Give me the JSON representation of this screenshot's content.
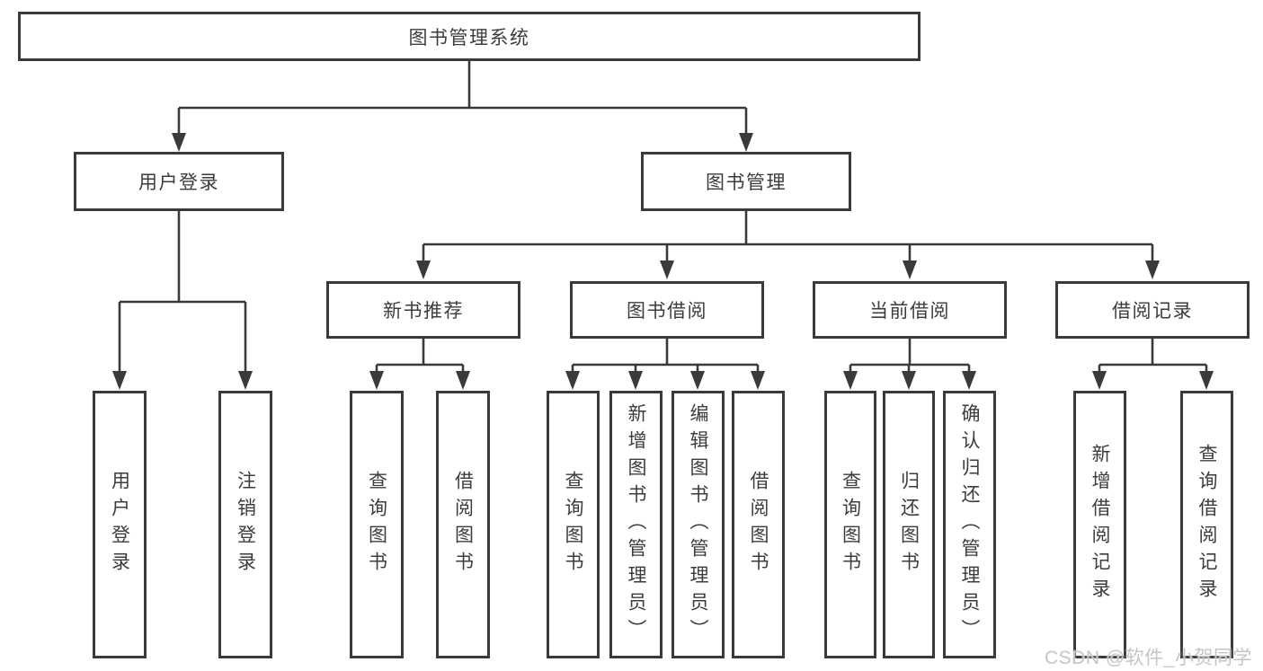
{
  "tree": {
    "label": "图书管理系统",
    "children": [
      {
        "label": "用户登录",
        "children": [
          {
            "label": "用户登录"
          },
          {
            "label": "注销登录"
          }
        ]
      },
      {
        "label": "图书管理",
        "children": [
          {
            "label": "新书推荐",
            "children": [
              {
                "label": "查询图书"
              },
              {
                "label": "借阅图书"
              }
            ]
          },
          {
            "label": "图书借阅",
            "children": [
              {
                "label": "查询图书"
              },
              {
                "label": "新增图书（管理员）"
              },
              {
                "label": "编辑图书（管理员）"
              },
              {
                "label": "借阅图书"
              }
            ]
          },
          {
            "label": "当前借阅",
            "children": [
              {
                "label": "查询图书"
              },
              {
                "label": "归还图书"
              },
              {
                "label": "确认归还（管理员）"
              }
            ]
          },
          {
            "label": "借阅记录",
            "children": [
              {
                "label": "新增借阅记录"
              },
              {
                "label": "查询借阅记录"
              }
            ]
          }
        ]
      }
    ]
  },
  "watermark": "CSDN @软件_小贺同学",
  "colors": {
    "line": "#3a3a3a",
    "text": "#3c3c3c",
    "watermark": "#c5c5c5",
    "background": "#ffffff"
  }
}
